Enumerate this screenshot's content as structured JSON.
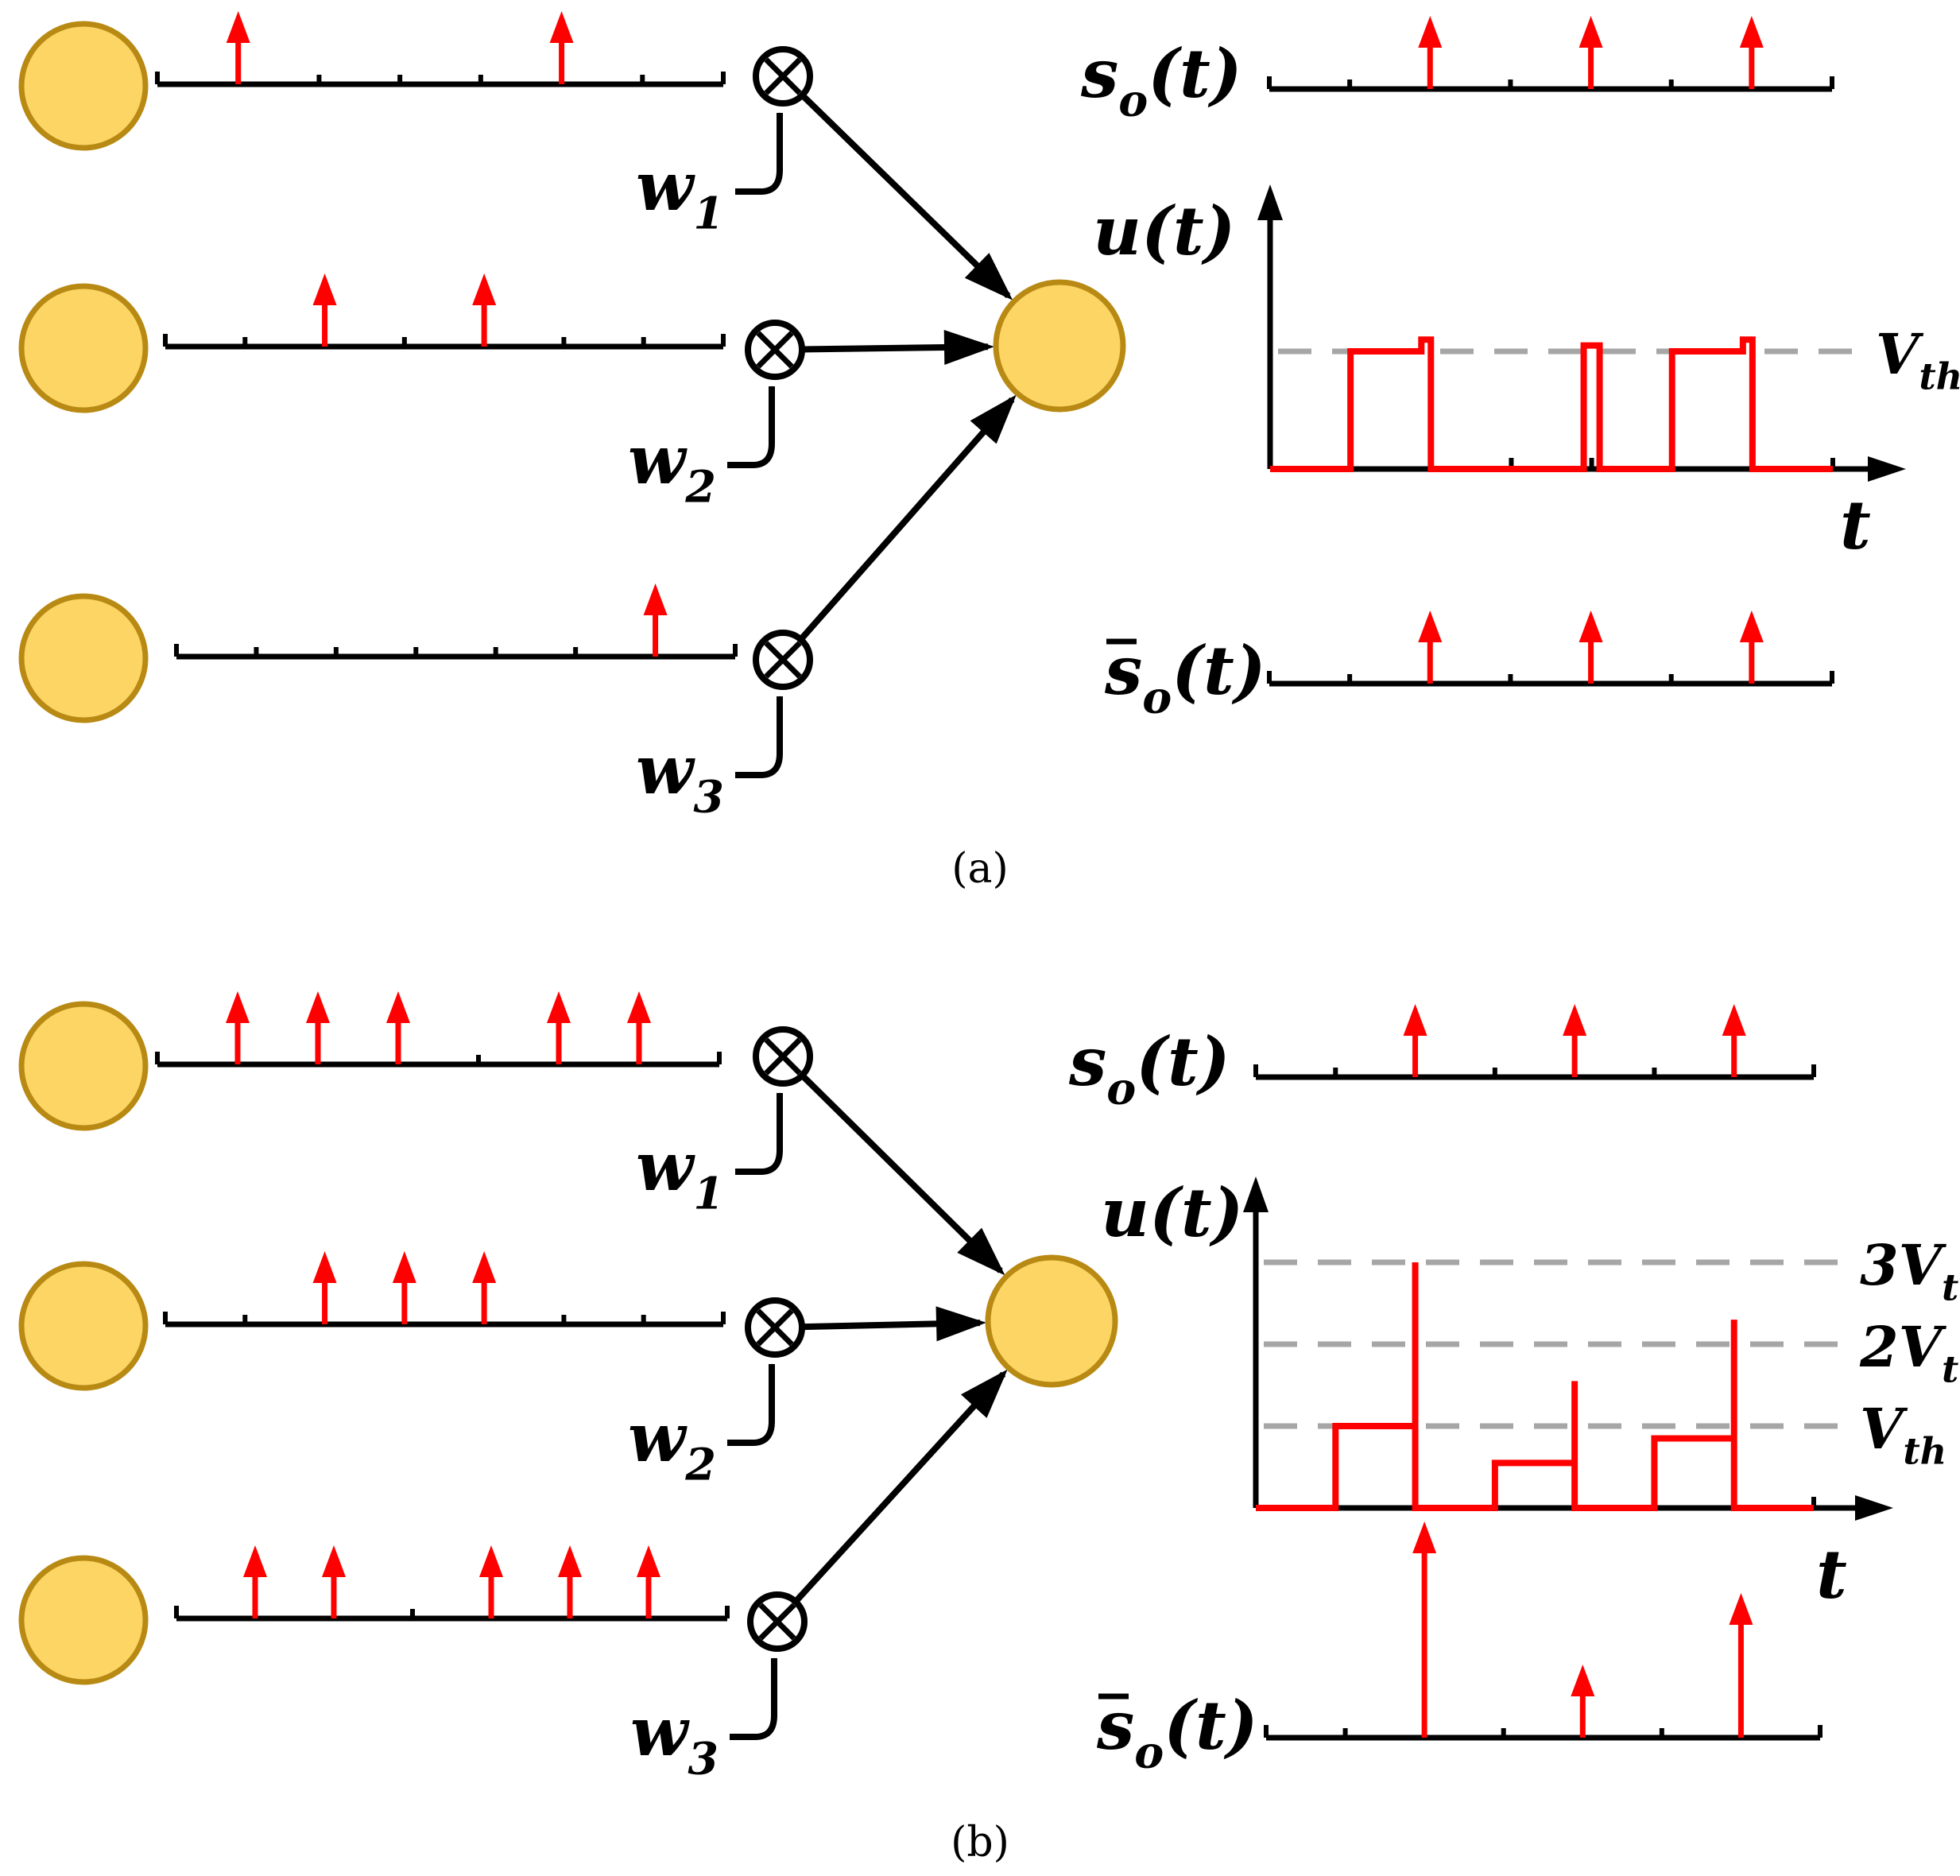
{
  "colors": {
    "neuron_fill": "#FCD565",
    "neuron_stroke": "#B88A14",
    "spike": "#FF0000",
    "line": "#000000",
    "threshold": "#A6A6A6"
  },
  "panels": [
    {
      "caption": "(a)",
      "weights": [
        {
          "base": "w",
          "sub": "1"
        },
        {
          "base": "w",
          "sub": "2"
        },
        {
          "base": "w",
          "sub": "3"
        }
      ],
      "input_spikes": [
        [
          1,
          5
        ],
        [
          2,
          4
        ],
        [
          6
        ]
      ],
      "output": {
        "so_label": {
          "base": "s",
          "sub": "o",
          "arg": "(t)"
        },
        "so_spikes": [
          2,
          4,
          6
        ],
        "u_label": "u(t)",
        "t_label": "t",
        "thresholds": [
          {
            "mult": "",
            "base": "V",
            "sub": "th"
          }
        ],
        "sobar_label": {
          "base": "s",
          "sub": "o",
          "arg": "(t)"
        },
        "sobar_spikes": [
          {
            "t": 2,
            "amp": 1
          },
          {
            "t": 4,
            "amp": 1
          },
          {
            "t": 6,
            "amp": 1
          }
        ]
      }
    },
    {
      "caption": "(b)",
      "weights": [
        {
          "base": "w",
          "sub": "1"
        },
        {
          "base": "w",
          "sub": "2"
        },
        {
          "base": "w",
          "sub": "3"
        }
      ],
      "input_spikes": [
        [
          1,
          2,
          3,
          5,
          6
        ],
        [
          2,
          3,
          4
        ],
        [
          1,
          2,
          4,
          5,
          6
        ]
      ],
      "output": {
        "so_label": {
          "base": "s",
          "sub": "o",
          "arg": "(t)"
        },
        "so_spikes": [
          2,
          4,
          6
        ],
        "u_label": "u(t)",
        "t_label": "t",
        "thresholds": [
          {
            "mult": "3",
            "base": "V",
            "sub": "th"
          },
          {
            "mult": "2",
            "base": "V",
            "sub": "th"
          },
          {
            "mult": "",
            "base": "V",
            "sub": "th"
          }
        ],
        "sobar_label": {
          "base": "s",
          "sub": "o",
          "arg": "(t)"
        },
        "sobar_spikes": [
          {
            "t": 2,
            "amp": 3
          },
          {
            "t": 4,
            "amp": 1
          },
          {
            "t": 6,
            "amp": 2
          }
        ]
      }
    }
  ]
}
